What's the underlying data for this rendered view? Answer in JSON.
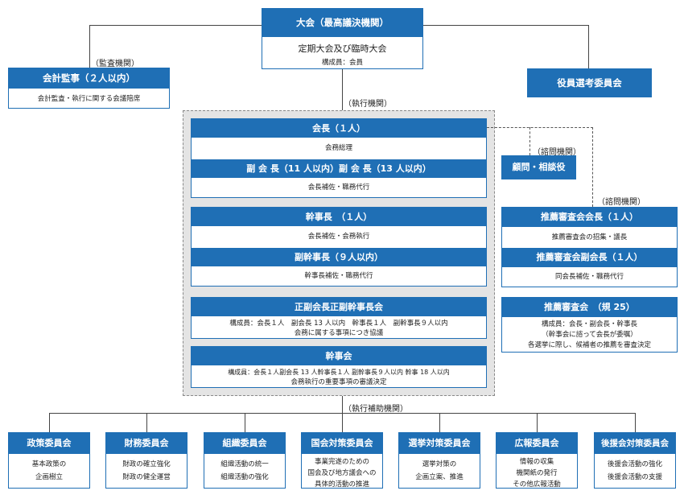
{
  "assembly": {
    "title": "大会（最高議決機関）",
    "line1": "定期大会及び臨時大会",
    "line2": "構成員：会員"
  },
  "audit": {
    "tag": "（監査機関）",
    "title": "会計監事（２人以内）",
    "desc": "会計監査・執行に関する会議陪席"
  },
  "officer_selection": {
    "title": "役員選考委員会"
  },
  "executive_label": "（執行機関）",
  "president": {
    "title": "会長（１人）",
    "desc": "会務総理"
  },
  "vice_president": {
    "title": "副 会 長（11 人以内）副 会 長（13 人以内）",
    "desc": "会長補佐・職務代行"
  },
  "secretary_general": {
    "title": "幹事長　（１人）",
    "desc": "会長補佐・会務執行"
  },
  "deputy_secretary": {
    "title": "副幹事長（９人以内）",
    "desc": "幹事長補佐・職務代行"
  },
  "leaders_meeting": {
    "title": "正副会長正副幹事長会",
    "line1": "構成員：会長１人　副会長 13 人以内　幹事長１人　副幹事長９人以内",
    "line2": "会務に属する事項につき協議"
  },
  "board": {
    "title": "幹事会",
    "line1": "構成員：会長１人副会長 13 人幹事長１人 副幹事長９人以内 幹事 18 人以内",
    "line2": "会務執行の重要事項の審議決定"
  },
  "advisory_label_1": "（諮問機関）",
  "advisors": {
    "title": "顧問・相談役"
  },
  "advisory_label_2": "（諮問機関）",
  "rec_chair": {
    "title": "推薦審査会会長（１人）",
    "desc": "推薦審査会の招集・議長"
  },
  "rec_vice": {
    "title": "推薦審査会副会長（１人）",
    "desc": "同会長補佐・職務代行"
  },
  "rec_council": {
    "title": "推薦審査会　（規 25）",
    "line1": "構成員：会長・副会長・幹事長",
    "line2": "（幹事会に諮って会長が委嘱）",
    "line3": "各選挙に際し、候補者の推薦を審査決定"
  },
  "support_label": "（執行補助機関）",
  "committees": [
    {
      "title": "政策委員会",
      "lines": [
        "基本政策の",
        "企画樹立"
      ]
    },
    {
      "title": "財務委員会",
      "lines": [
        "財政の確立強化",
        "財政の健全運営"
      ]
    },
    {
      "title": "組織委員会",
      "lines": [
        "組織活動の統一",
        "組織活動の強化"
      ]
    },
    {
      "title": "国会対策委員会",
      "lines": [
        "事業完遂のための",
        "国会及び地方議会への",
        "具体的活動の推進"
      ]
    },
    {
      "title": "選挙対策委員会",
      "lines": [
        "選挙対策の",
        "企画立案、推進"
      ]
    },
    {
      "title": "広報委員会",
      "lines": [
        "情報の収集",
        "機関紙の発行",
        "その他広報活動"
      ]
    },
    {
      "title": "後援会対策委員会",
      "lines": [
        "後援会活動の強化",
        "後援会活動の支援"
      ]
    }
  ],
  "colors": {
    "primary": "#1f6fb5",
    "exec_area": "#e4e4e4",
    "line": "#444444"
  }
}
